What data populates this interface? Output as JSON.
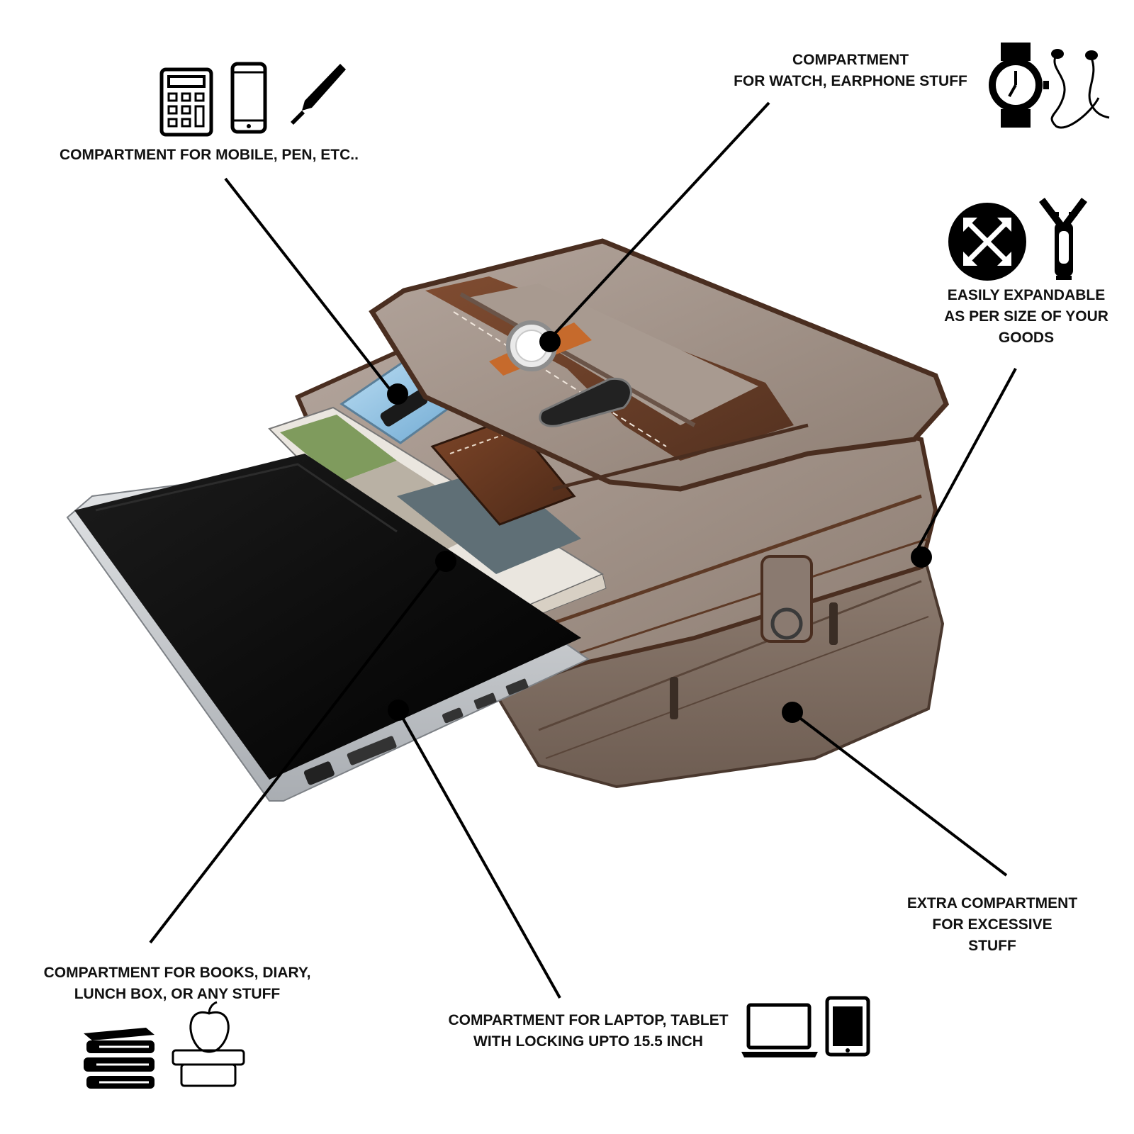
{
  "callouts": {
    "mobile_pen": {
      "lines": [
        "COMPARTMENT FOR MOBILE, PEN, ETC.."
      ],
      "icons": [
        "calculator-icon",
        "smartphone-icon",
        "fountain-pen-icon"
      ]
    },
    "watch_earphone": {
      "lines": [
        "COMPARTMENT",
        "FOR WATCH, EARPHONE STUFF"
      ],
      "icons": [
        "wristwatch-icon",
        "earphones-icon"
      ]
    },
    "expandable": {
      "lines": [
        "EASILY EXPANDABLE",
        "AS PER SIZE OF YOUR",
        "GOODS"
      ],
      "icons": [
        "expand-arrows-icon",
        "zipper-icon"
      ]
    },
    "extra": {
      "lines": [
        "EXTRA COMPARTMENT",
        "FOR EXCESSIVE",
        "STUFF"
      ]
    },
    "books": {
      "lines": [
        "COMPARTMENT FOR BOOKS, DIARY,",
        "LUNCH BOX, OR ANY STUFF"
      ],
      "icons": [
        "books-stack-icon",
        "lunch-box-icon"
      ]
    },
    "laptop": {
      "lines": [
        "COMPARTMENT FOR LAPTOP, TABLET",
        "WITH LOCKING UPTO 15.5 INCH"
      ],
      "icons": [
        "laptop-icon",
        "tablet-icon"
      ]
    }
  },
  "colors": {
    "bag_fabric": "#9a8a80",
    "bag_trim": "#5e3a26",
    "leather": "#6a3a22",
    "laptop_shell": "#0b0b0b",
    "silver": "#c9ccd0",
    "phone": "#8fc3e6",
    "ink": "#111111"
  }
}
